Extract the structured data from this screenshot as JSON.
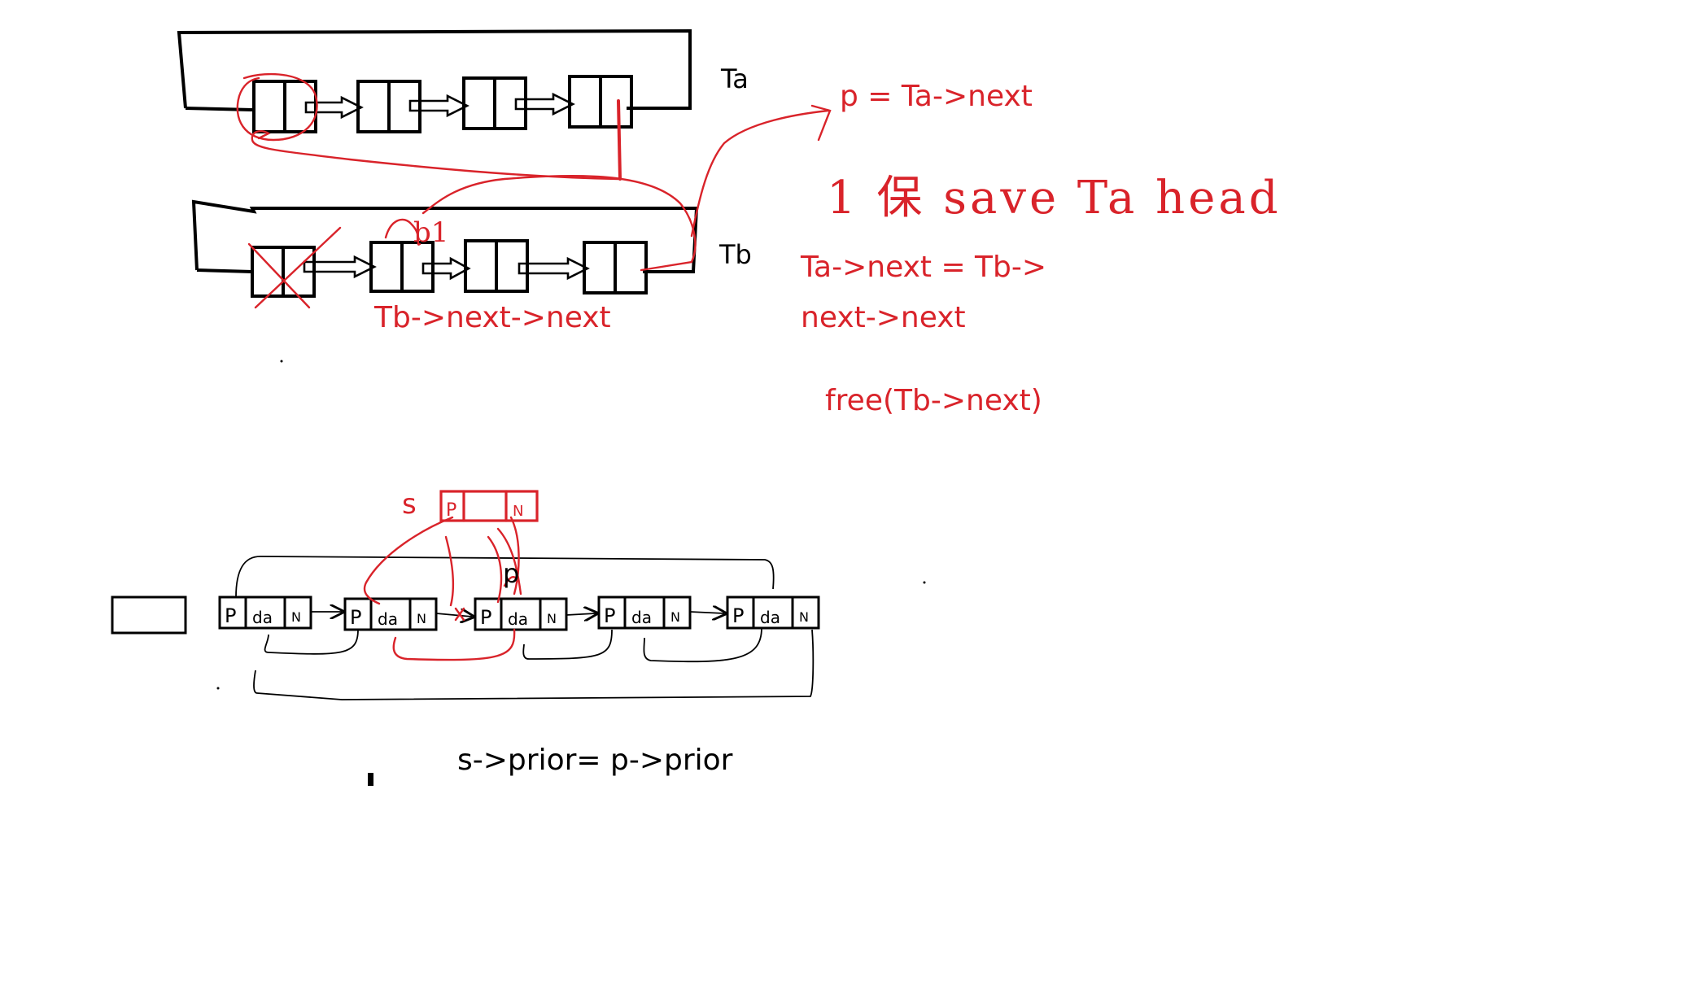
{
  "labels": {
    "ta": "Ta",
    "tb": "Tb",
    "p_eq": "p = Ta->next",
    "save_note": "1 保 save Ta head",
    "ta_next_line1": "Ta->next = Tb->",
    "ta_next_line2": "next->next",
    "free": "free(Tb->next)",
    "tb_next_next": "Tb->next->next",
    "tb_scribble": "b1",
    "s": "s",
    "p": "p",
    "s_prior": "s->prior= p->prior"
  },
  "node_fields": {
    "prior": "P",
    "data": "da",
    "next": "N"
  },
  "colors": {
    "ink": "#000000",
    "annotation": "#d9232a",
    "background": "#ffffff"
  }
}
